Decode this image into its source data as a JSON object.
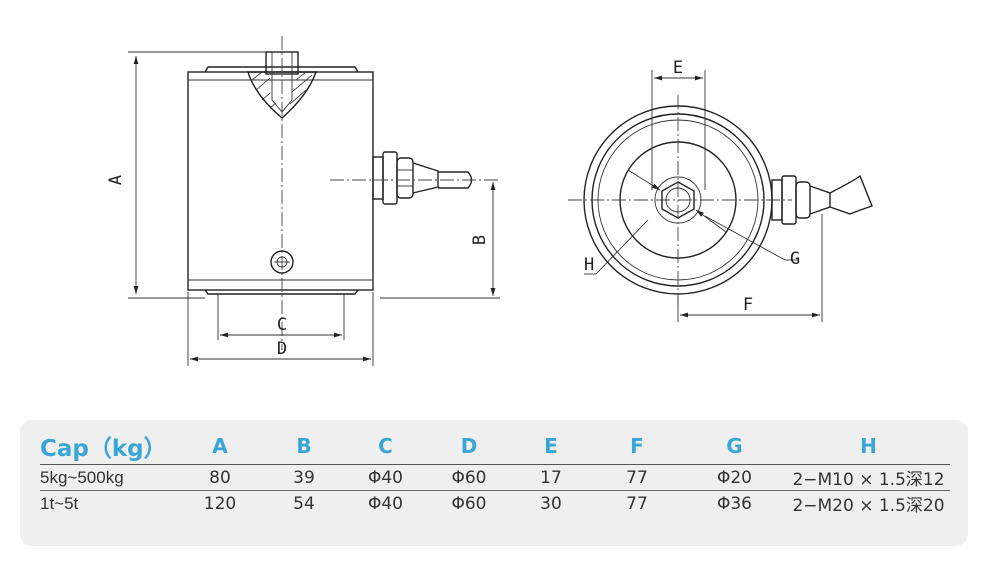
{
  "drawing": {
    "labels": {
      "A": "A",
      "B": "B",
      "C": "C",
      "D": "D",
      "E": "E",
      "F": "F",
      "G": "G",
      "H": "H"
    }
  },
  "spec_table": {
    "headers": [
      "Cap（kg）",
      "A",
      "B",
      "C",
      "D",
      "E",
      "F",
      "G",
      "H"
    ],
    "rows": [
      [
        "5kg~500kg",
        "80",
        "39",
        "Φ40",
        "Φ60",
        "17",
        "77",
        "Φ20",
        "2−M10 × 1.5深12"
      ],
      [
        "1t~5t",
        "120",
        "54",
        "Φ40",
        "Φ60",
        "30",
        "77",
        "Φ36",
        "2−M20 × 1.5深20"
      ]
    ],
    "colors": {
      "header": "#3aa6d5",
      "panel": "#efefef"
    }
  }
}
